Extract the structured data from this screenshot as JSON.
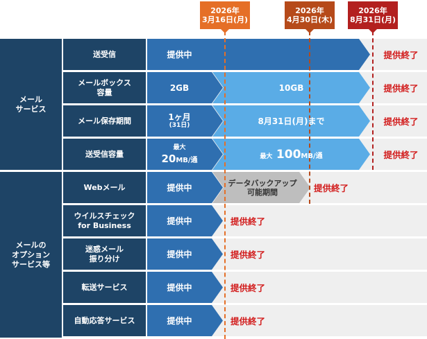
{
  "colors": {
    "category_bg": "#1e4466",
    "dark_arrow": "#2f6fb0",
    "light_arrow": "#5aace6",
    "gray_arrow": "#bebebe",
    "row_bg": "#efefef",
    "end_text": "#d21b1b",
    "flag_orange": "#e56f27",
    "flag_brown": "#b64a1a",
    "flag_red": "#b3201f"
  },
  "timeline": [
    {
      "year": "2026年",
      "date": "3月16日(月)"
    },
    {
      "year": "2026年",
      "date": "4月30日(木)"
    },
    {
      "year": "2026年",
      "date": "8月31日(月)"
    }
  ],
  "categories": [
    {
      "label": "メール\nサービス"
    },
    {
      "label": "メールの\nオプション\nサービス等"
    }
  ],
  "rows": [
    {
      "service": "送受信",
      "phase1": "提供中",
      "end_label": "提供終了"
    },
    {
      "service": "メールボックス\n容量",
      "phase1": "2GB",
      "phase2": "10GB",
      "end_label": "提供終了"
    },
    {
      "service": "メール保存期間",
      "phase1_main": "1ヶ月",
      "phase1_sub": "(31日)",
      "phase2": "8月31日(月)まで",
      "end_label": "提供終了"
    },
    {
      "service": "送受信容量",
      "phase1_pre": "最大",
      "phase1_main": "20",
      "phase1_unit": "MB/通",
      "phase2_pre": "最大",
      "phase2_main": "100",
      "phase2_unit": "MB/通",
      "end_label": "提供終了"
    },
    {
      "service": "Webメール",
      "phase1": "提供中",
      "backup": "データバックアップ\n可能期間",
      "end_label": "提供終了"
    },
    {
      "service": "ウイルスチェック\nfor Business",
      "phase1": "提供中",
      "end_label": "提供終了"
    },
    {
      "service": "迷惑メール\n振り分け",
      "phase1": "提供中",
      "end_label": "提供終了"
    },
    {
      "service": "転送サービス",
      "phase1": "提供中",
      "end_label": "提供終了"
    },
    {
      "service": "自動応答サービス",
      "phase1": "提供中",
      "end_label": "提供終了"
    }
  ]
}
